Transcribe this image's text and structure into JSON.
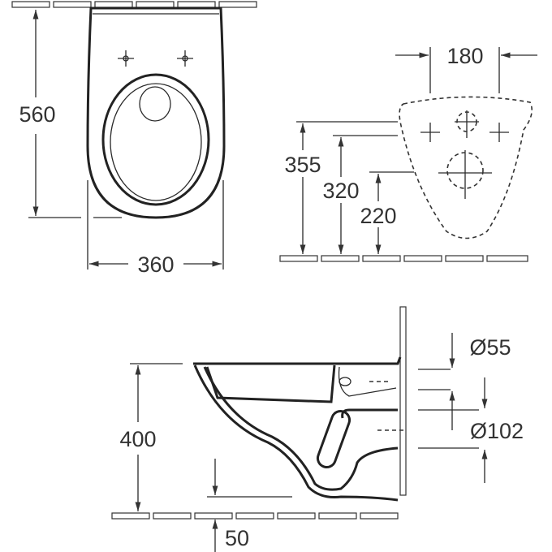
{
  "top_view": {
    "depth_label": "560",
    "width_label": "360"
  },
  "front_view": {
    "fixing_spacing_label": "180",
    "heights": [
      "355",
      "320",
      "220"
    ]
  },
  "side_view": {
    "height_label": "400",
    "floor_clearance_label": "50",
    "inlet_label": "Ø55",
    "outlet_label": "Ø102"
  },
  "colors": {
    "line": "#2a2a2a",
    "background": "#ffffff"
  }
}
